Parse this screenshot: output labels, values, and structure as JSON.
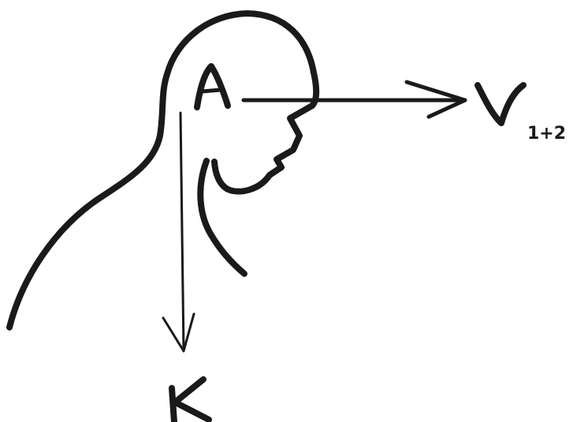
{
  "colors": {
    "ink": "#1a1a1a",
    "background": "#ffffff"
  },
  "labels": {
    "center": "A",
    "right_main": "V",
    "right_sub": "1+2",
    "bottom": "K"
  }
}
